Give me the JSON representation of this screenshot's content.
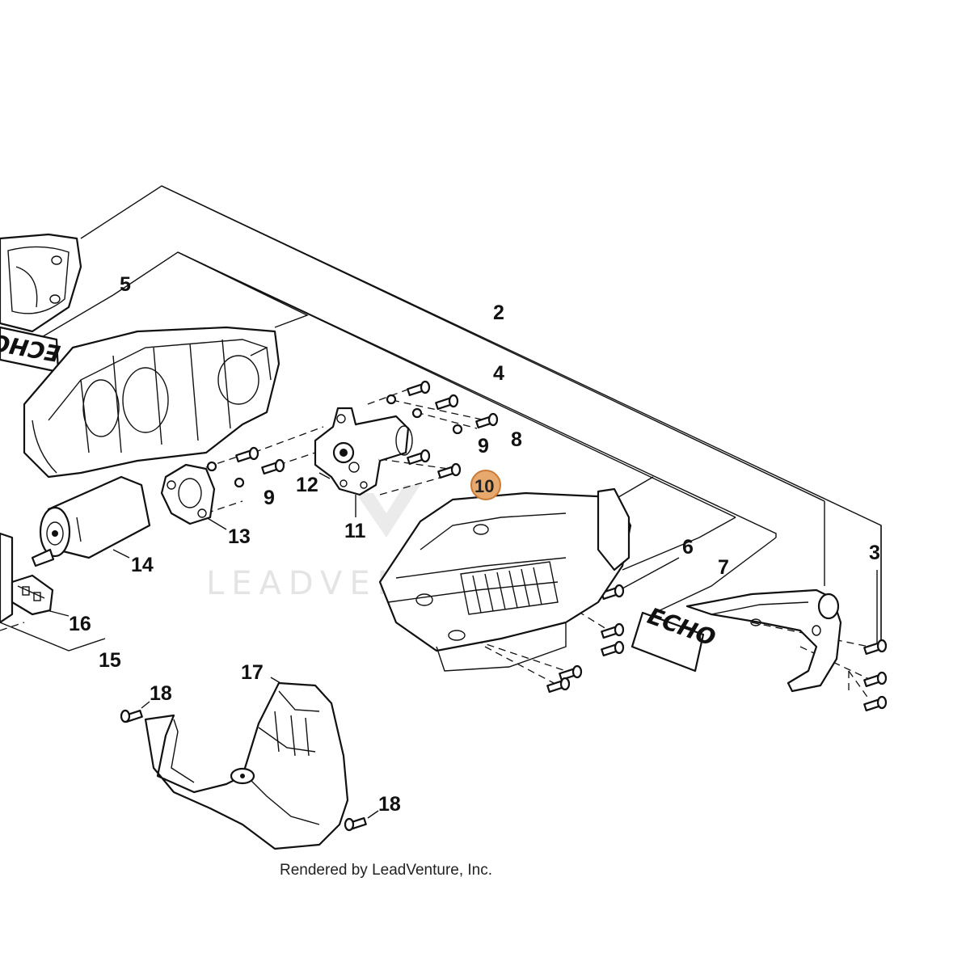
{
  "labels": {
    "l2": "2",
    "l3": "3",
    "l4": "4",
    "l5": "5",
    "l6": "6",
    "l7": "7",
    "l8": "8",
    "l9a": "9",
    "l9b": "9",
    "l10": "10",
    "l11": "11",
    "l12": "12",
    "l13": "13",
    "l14": "14",
    "l15": "15",
    "l16": "16",
    "l17": "17",
    "l18a": "18",
    "l18b": "18"
  },
  "highlight": {
    "color": "#e8a96e",
    "stroke": "#c97a35"
  },
  "decal_text": "ECHO",
  "watermark": "LEADVENTURE",
  "credit": "Rendered by LeadVenture, Inc."
}
